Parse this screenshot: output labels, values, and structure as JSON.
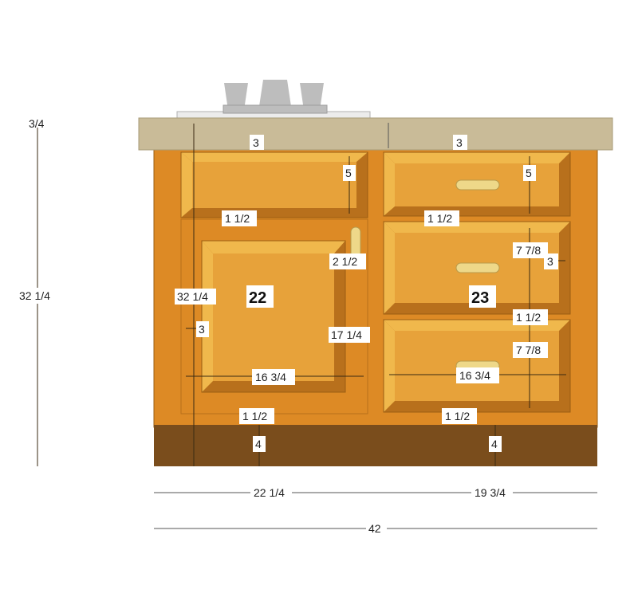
{
  "colors": {
    "countertop": "#c9bb98",
    "cabinet": "#dd8a25",
    "panel": "#e7a23a",
    "bevel_light": "#f0b84c",
    "bevel_dark": "#b8701c",
    "toe_kick": "#7a4d1c",
    "handle": "#eed889",
    "faucet": "#bdbdbd"
  },
  "labels": {
    "left_top_thickness": "3/4",
    "left_total_height": "32 1/4",
    "countertop_left": "3",
    "countertop_right": "3",
    "drawer_left_height": "5",
    "drawer_right_top_height": "5",
    "rail_left_upper": "1 1/2",
    "rail_right_upper": "1 1/2",
    "side_stile_right": "3",
    "drawer_right_mid_height": "7 7/8",
    "rail_right_middle": "1 1/2",
    "drawer_right_low_height": "7 7/8",
    "door_stile_width": "2 1/2",
    "inner_height": "32 1/4",
    "door_left_stile": "3",
    "door_panel_height": "17 1/4",
    "door_width": "16 3/4",
    "drawer_width": "16 3/4",
    "bottom_rail_left": "1 1/2",
    "bottom_rail_right": "1 1/2",
    "toe_left": "4",
    "toe_right": "4",
    "width_left": "22 1/4",
    "width_right": "19 3/4",
    "width_total": "42",
    "cabinet_left_id": "22",
    "cabinet_right_id": "23"
  }
}
